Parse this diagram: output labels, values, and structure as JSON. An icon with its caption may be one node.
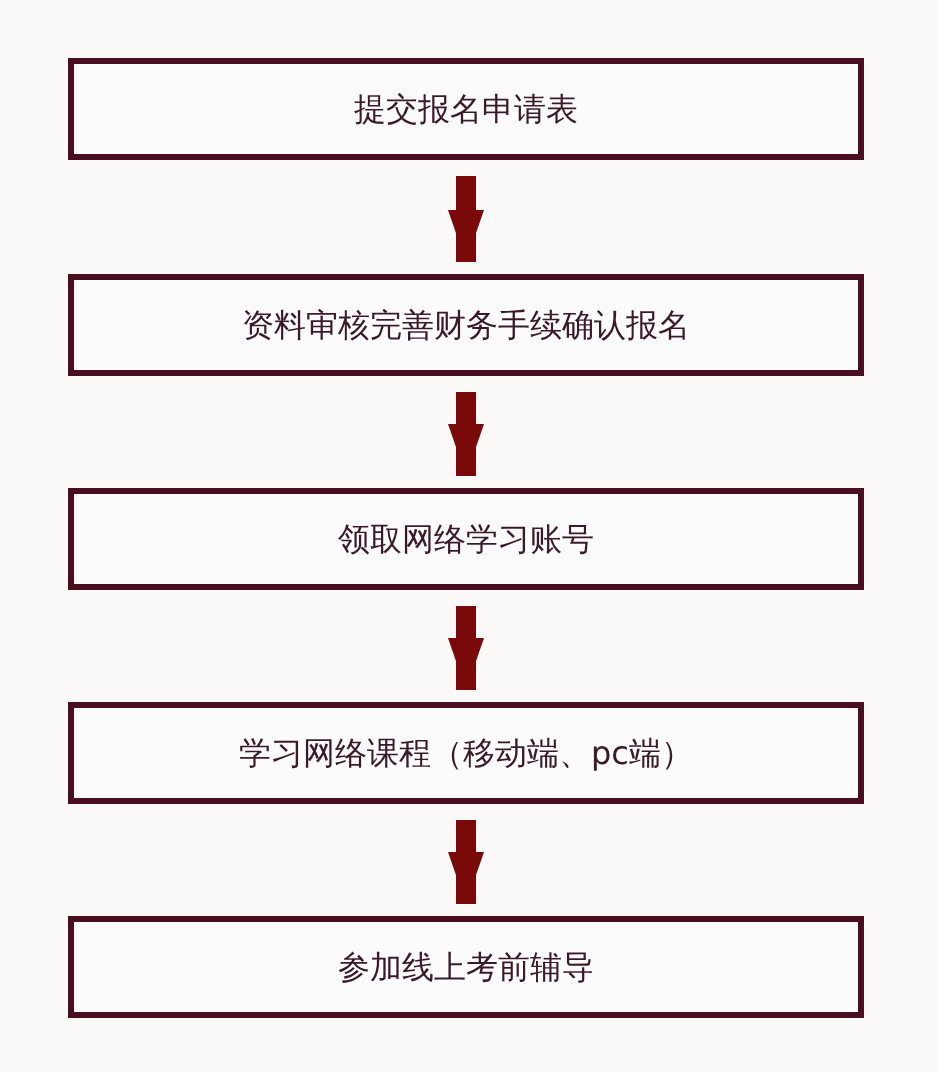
{
  "diagram": {
    "nodes": [
      {
        "text": [
          "提交报名申请表"
        ]
      },
      {
        "text": [
          "资料审核完善财务手续确认报名"
        ]
      },
      {
        "text": [
          "领取网络学习账号"
        ]
      },
      {
        "text": [
          "学习网络课程（移动端、pc端）"
        ]
      },
      {
        "text": [
          "参加线上考前辅导"
        ]
      }
    ],
    "edges": [
      {
        "from": 0,
        "to": 1,
        "arrow": "to"
      },
      {
        "from": 1,
        "to": 2,
        "arrow": "to"
      },
      {
        "from": 2,
        "to": 3,
        "arrow": "to"
      },
      {
        "from": 3,
        "to": 4,
        "arrow": "to"
      }
    ]
  }
}
